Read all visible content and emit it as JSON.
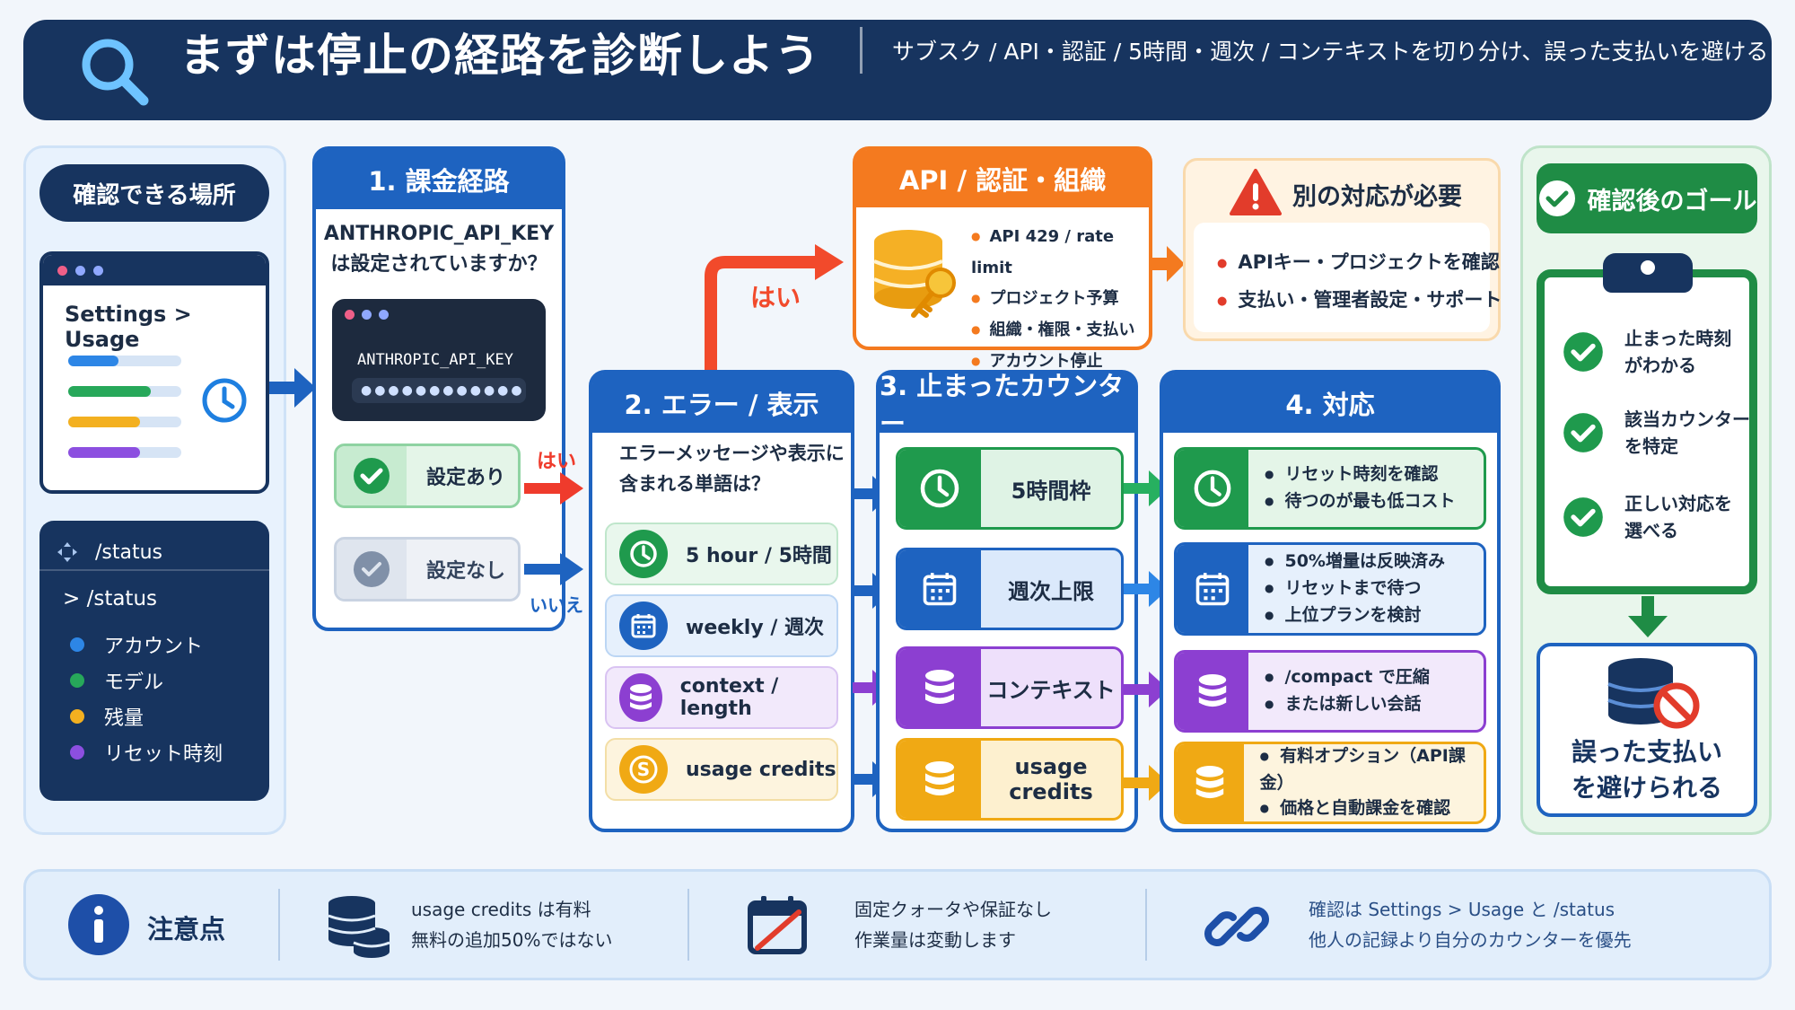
{
  "header": {
    "title": "まずは停止の経路を診断しよう",
    "subtitle": "サブスク / API・認証 / 5時間・週次 / コンテキストを切り分け、誤った支払いを避ける"
  },
  "locations": {
    "label": "確認できる場所",
    "settings_title": "Settings > Usage",
    "status_header": "/status",
    "status_command": "> /status",
    "status_items": [
      "アカウント",
      "モデル",
      "残量",
      "リセット時刻"
    ]
  },
  "step1": {
    "title": "1. 課金経路",
    "question_line1": "ANTHROPIC_API_KEY",
    "question_line2": "は設定されていますか？",
    "terminal_label": "ANTHROPIC_API_KEY",
    "terminal_value": "●●●●●●●●●●●●",
    "option_set": "設定あり",
    "option_unset": "設定なし",
    "yes": "はい",
    "no": "いいえ"
  },
  "api": {
    "title": "API / 認証・組織",
    "items": [
      "API 429 / rate limit",
      "プロジェクト予算",
      "組織・権限・支払い",
      "アカウント停止"
    ],
    "yes": "はい"
  },
  "other": {
    "title": "別の対応が必要",
    "items": [
      "APIキー・プロジェクトを確認",
      "支払い・管理者設定・サポート"
    ]
  },
  "step2": {
    "title": "2. エラー / 表示",
    "question_line1": "エラーメッセージや表示に",
    "question_line2": "含まれる単語は？",
    "keywords": [
      "5 hour / 5時間",
      "weekly / 週次",
      "context / length",
      "usage credits"
    ]
  },
  "step3": {
    "title": "3. 止まったカウンター",
    "counters": [
      "5時間枠",
      "週次上限",
      "コンテキスト",
      "usage credits"
    ]
  },
  "step4": {
    "title": "4. 対応",
    "actions": [
      [
        "リセット時刻を確認",
        "待つのが最も低コスト"
      ],
      [
        "50%増量は反映済み",
        "リセットまで待つ",
        "上位プランを検討"
      ],
      [
        "/compact で圧縮",
        "または新しい会話"
      ],
      [
        "有料オプション（API課金）",
        "価格と自動課金を確認"
      ]
    ]
  },
  "goal": {
    "title": "確認後のゴール",
    "items": [
      [
        "止まった時刻",
        "がわかる"
      ],
      [
        "該当カウンター",
        "を特定"
      ],
      [
        "正しい対応を",
        "選べる"
      ]
    ],
    "result_line1": "誤った支払い",
    "result_line2": "を避けられる"
  },
  "footer": {
    "label": "注意点",
    "notes": [
      [
        "usage credits は有料",
        "無料の追加50%ではない"
      ],
      [
        "固定クォータや保証なし",
        "作業量は変動します"
      ],
      [
        "確認は Settings > Usage と /status",
        "他人の記録より自分のカウンターを優先"
      ]
    ]
  },
  "colors": {
    "navy": "#17345f",
    "blue": "#1e63c0",
    "orange": "#f47a1f",
    "green": "#1f8c45",
    "purple": "#8c3fd1",
    "amber": "#f0a914",
    "red": "#e23c2b"
  }
}
